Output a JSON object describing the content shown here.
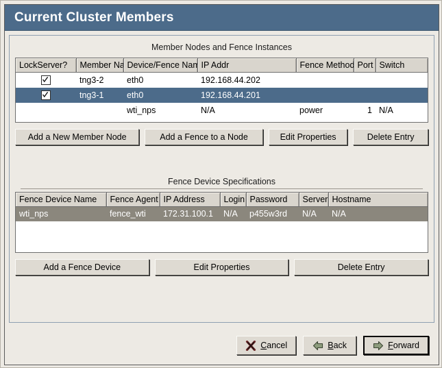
{
  "window": {
    "title": "Current Cluster Members",
    "accent_titlebar": "#4c6b8a",
    "background": "#edeae4",
    "selection_blue": "#4c6b8a",
    "selection_gray": "#8b877d"
  },
  "members_section": {
    "title": "Member Nodes and Fence Instances",
    "columns": [
      "LockServer?",
      "Member Name",
      "Device/Fence Name",
      "IP Addr",
      "Fence Method",
      "Port",
      "Switch"
    ],
    "rows": [
      {
        "lockserver": true,
        "member_name": "tng3-2",
        "device_fence_name": "eth0",
        "ip_addr": "192.168.44.202",
        "fence_method": "",
        "port": "",
        "switch": "",
        "selected": false
      },
      {
        "lockserver": true,
        "member_name": "tng3-1",
        "device_fence_name": "eth0",
        "ip_addr": "192.168.44.201",
        "fence_method": "",
        "port": "",
        "switch": "",
        "selected": true
      },
      {
        "lockserver": false,
        "member_name": "",
        "device_fence_name": "wti_nps",
        "ip_addr": "N/A",
        "fence_method": "power",
        "port": "1",
        "switch": "N/A",
        "selected": false
      }
    ],
    "buttons": [
      "Add a New Member Node",
      "Add a Fence to a Node",
      "Edit Properties",
      "Delete Entry"
    ]
  },
  "fence_section": {
    "title": "Fence Device Specifications",
    "columns": [
      "Fence Device Name",
      "Fence Agent",
      "IP Address",
      "Login",
      "Password",
      "Server",
      "Hostname"
    ],
    "rows": [
      {
        "fence_device_name": "wti_nps",
        "fence_agent": "fence_wti",
        "ip_address": "172.31.100.1",
        "login": "N/A",
        "password": "p455w3rd",
        "server": "N/A",
        "hostname": "N/A",
        "selected": true
      }
    ],
    "buttons": [
      "Add a Fence Device",
      "Edit Properties",
      "Delete Entry"
    ]
  },
  "nav": {
    "cancel": {
      "label": "Cancel",
      "mnemonic": "C",
      "icon": "cancel-x-icon",
      "icon_color": "#6d2a2a"
    },
    "back": {
      "label": "Back",
      "mnemonic": "B",
      "icon": "arrow-left-icon",
      "icon_color": "#7a8a6a"
    },
    "forward": {
      "label": "Forward",
      "mnemonic": "F",
      "icon": "arrow-right-icon",
      "icon_color": "#7a8a6a",
      "focused": true
    }
  }
}
